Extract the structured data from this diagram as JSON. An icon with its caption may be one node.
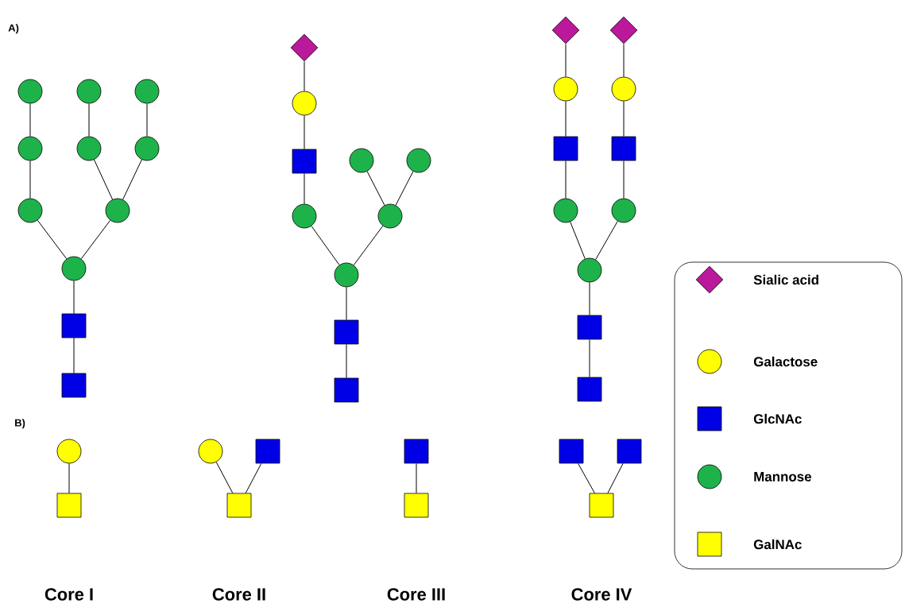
{
  "diagram": {
    "nodes": [
      {
        "text": [],
        "shape": "circle"
      },
      {
        "text": [],
        "shape": "circle"
      },
      {
        "text": [],
        "shape": "circle"
      },
      {
        "text": [],
        "shape": "circle"
      },
      {
        "text": [],
        "shape": "circle"
      },
      {
        "text": [],
        "shape": "circle"
      },
      {
        "text": [],
        "shape": "circle"
      },
      {
        "text": [],
        "shape": "circle"
      },
      {
        "text": [],
        "shape": "circle"
      },
      {
        "text": [],
        "shape": "box"
      },
      {
        "text": [],
        "shape": "box"
      },
      {
        "text": [],
        "shape": "diamond"
      },
      {
        "text": [],
        "shape": "circle"
      },
      {
        "text": [],
        "shape": "box"
      },
      {
        "text": [],
        "shape": "circle"
      },
      {
        "text": [],
        "shape": "circle"
      },
      {
        "text": [],
        "shape": "circle"
      },
      {
        "text": [],
        "shape": "circle"
      },
      {
        "text": [],
        "shape": "circle"
      },
      {
        "text": [],
        "shape": "box"
      },
      {
        "text": [],
        "shape": "box"
      },
      {
        "text": [],
        "shape": "diamond"
      },
      {
        "text": [],
        "shape": "diamond"
      },
      {
        "text": [],
        "shape": "circle"
      },
      {
        "text": [],
        "shape": "circle"
      },
      {
        "text": [],
        "shape": "box"
      },
      {
        "text": [],
        "shape": "box"
      },
      {
        "text": [],
        "shape": "circle"
      },
      {
        "text": [],
        "shape": "circle"
      },
      {
        "text": [],
        "shape": "circle"
      },
      {
        "text": [],
        "shape": "box"
      },
      {
        "text": [],
        "shape": "box"
      },
      {
        "text": [],
        "shape": "circle"
      },
      {
        "text": [],
        "shape": "box"
      },
      {
        "text": [],
        "shape": "circle"
      },
      {
        "text": [],
        "shape": "box"
      },
      {
        "text": [],
        "shape": "box"
      },
      {
        "text": [],
        "shape": "box"
      },
      {
        "text": [],
        "shape": "box"
      },
      {
        "text": [],
        "shape": "box"
      },
      {
        "text": [],
        "shape": "box"
      },
      {
        "text": [],
        "shape": "box"
      }
    ],
    "edges": [
      {
        "from": 0,
        "to": 3,
        "arrow": "none"
      },
      {
        "from": 3,
        "to": 6,
        "arrow": "none"
      },
      {
        "from": 1,
        "to": 4,
        "arrow": "none"
      },
      {
        "from": 4,
        "to": 7,
        "arrow": "none"
      },
      {
        "from": 2,
        "to": 5,
        "arrow": "none"
      },
      {
        "from": 5,
        "to": 7,
        "arrow": "none"
      },
      {
        "from": 6,
        "to": 8,
        "arrow": "none"
      },
      {
        "from": 7,
        "to": 8,
        "arrow": "none"
      },
      {
        "from": 8,
        "to": 9,
        "arrow": "none"
      },
      {
        "from": 9,
        "to": 10,
        "arrow": "none"
      },
      {
        "from": 11,
        "to": 12,
        "arrow": "none"
      },
      {
        "from": 12,
        "to": 13,
        "arrow": "none"
      },
      {
        "from": 13,
        "to": 16,
        "arrow": "none"
      },
      {
        "from": 14,
        "to": 17,
        "arrow": "none"
      },
      {
        "from": 15,
        "to": 17,
        "arrow": "none"
      },
      {
        "from": 16,
        "to": 18,
        "arrow": "none"
      },
      {
        "from": 17,
        "to": 18,
        "arrow": "none"
      },
      {
        "from": 18,
        "to": 19,
        "arrow": "none"
      },
      {
        "from": 19,
        "to": 20,
        "arrow": "none"
      },
      {
        "from": 21,
        "to": 23,
        "arrow": "none"
      },
      {
        "from": 22,
        "to": 24,
        "arrow": "none"
      },
      {
        "from": 23,
        "to": 25,
        "arrow": "none"
      },
      {
        "from": 24,
        "to": 26,
        "arrow": "none"
      },
      {
        "from": 25,
        "to": 27,
        "arrow": "none"
      },
      {
        "from": 26,
        "to": 28,
        "arrow": "none"
      },
      {
        "from": 27,
        "to": 29,
        "arrow": "none"
      },
      {
        "from": 28,
        "to": 29,
        "arrow": "none"
      },
      {
        "from": 29,
        "to": 30,
        "arrow": "none"
      },
      {
        "from": 30,
        "to": 31,
        "arrow": "none"
      },
      {
        "from": 32,
        "to": 33,
        "arrow": "none"
      },
      {
        "from": 34,
        "to": 36,
        "arrow": "none"
      },
      {
        "from": 35,
        "to": 36,
        "arrow": "none"
      },
      {
        "from": 37,
        "to": 38,
        "arrow": "none"
      },
      {
        "from": 39,
        "to": 41,
        "arrow": "none"
      },
      {
        "from": 40,
        "to": 41,
        "arrow": "none"
      }
    ],
    "labels": [
      "A)",
      "B)",
      "Core I",
      "Core II",
      "Core III",
      "Core IV"
    ],
    "legend": [
      {
        "text": "Sialic acid"
      },
      {
        "text": "Galactose"
      },
      {
        "text": "GlcNAc"
      },
      {
        "text": "Mannose"
      },
      {
        "text": "GalNAc"
      }
    ]
  }
}
